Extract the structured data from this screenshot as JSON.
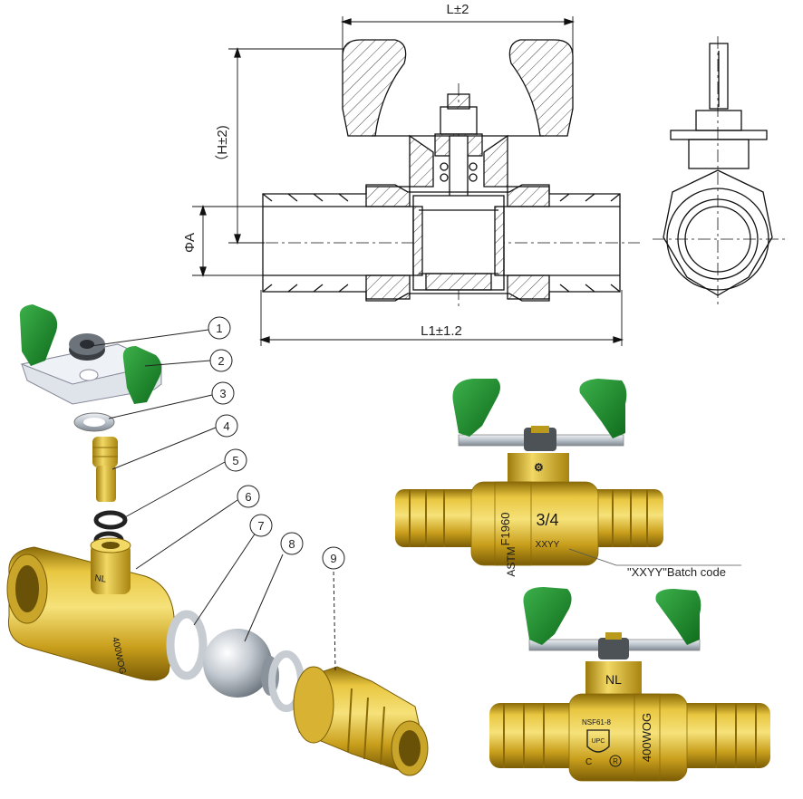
{
  "drawing": {
    "dim_length": "L±2",
    "dim_height": "（H±2)",
    "dim_diameter": "ΦA",
    "dim_overall_length": "L1±1.2"
  },
  "exploded_view": {
    "callouts": [
      "1",
      "2",
      "3",
      "4",
      "5",
      "6",
      "7",
      "8",
      "9"
    ]
  },
  "valve_front": {
    "size_mark": "3/4",
    "standard_mark": "F1960",
    "astm_mark": "ASTM",
    "batch_mark": "XXYY",
    "batch_note": "\"XXYY\"Batch code"
  },
  "valve_back": {
    "nl_mark": "NL",
    "pressure_mark": "400WOG",
    "cert_mark": "NSF61-8",
    "upc_mark": "UPC",
    "c_mark": "C",
    "r_mark": "R"
  },
  "colors": {
    "brass": "#d8b430",
    "brass_dark": "#a07d10",
    "handle_green": "#1f8f2f",
    "steel": "#c9cfd6",
    "line": "#111111"
  }
}
